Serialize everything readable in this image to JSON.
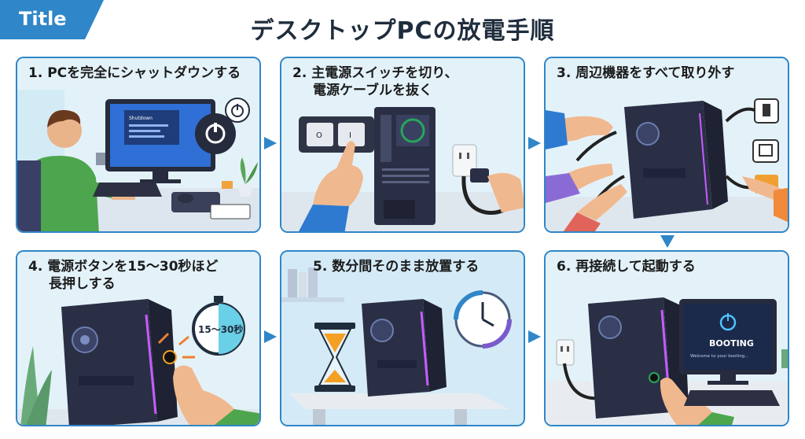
{
  "header": {
    "tab_label": "Title",
    "title": "デスクトップPCの放電手順"
  },
  "steps": [
    {
      "label": "1. PCを完全にシャットダウンする",
      "screen_text": "Shutdown"
    },
    {
      "label_line1": "2. 主電源スイッチを切り、",
      "label_line2": "電源ケーブルを抜く",
      "switch_off": "O",
      "switch_on": "I"
    },
    {
      "label": "3. 周辺機器をすべて取り外す"
    },
    {
      "label_line1": "4. 電源ボタンを15〜30秒ほど",
      "label_line2": "長押しする",
      "timer_text": "15〜30秒"
    },
    {
      "label": "5. 数分間そのまま放置する"
    },
    {
      "label": "6. 再接続して起動する",
      "screen_title": "BOOTING",
      "screen_sub": "Welcome to your booting..."
    }
  ],
  "colors": {
    "accent": "#2f86c8",
    "panel_bg": "#eaf6fb",
    "case": "#2b2f45",
    "rgb": "#c65cff"
  }
}
